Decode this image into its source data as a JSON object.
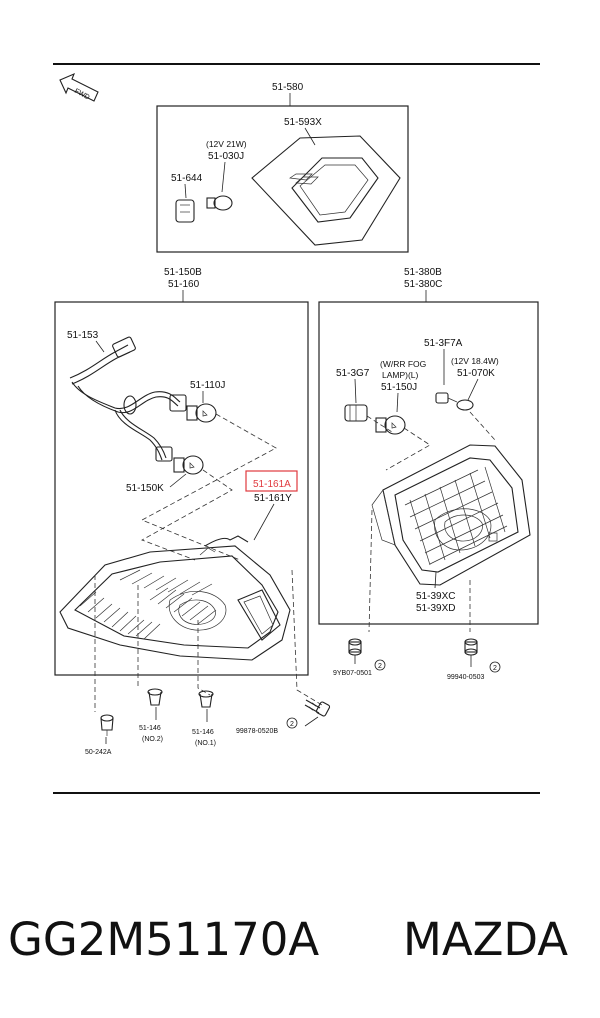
{
  "diagram": {
    "fwd_label": "FWD",
    "high_mount": {
      "group_label": "51-580",
      "housing_label": "51-593X",
      "bulb_spec": "(12V 21W)",
      "bulb_label": "51-030J",
      "socket_label": "51-644"
    },
    "left_lamp": {
      "label_a": "51-150B",
      "label_b": "51-160",
      "harness_label": "51-153",
      "bulb_upper": "51-110J",
      "bulb_lower": "51-150K",
      "lens_label_a": "51-161A",
      "lens_label_b": "51-161Y"
    },
    "right_lamp": {
      "label_a": "51-380B",
      "label_b": "51-380C",
      "small_bulb_label": "51-3F7A",
      "socket_label": "51-3G7",
      "fog_note_a": "(W/RR FOG",
      "fog_note_b": "LAMP)(L)",
      "fog_bulb_label": "51-150J",
      "small_bulb_spec": "(12V 18.4W)",
      "small_bulb_part": "51-070K",
      "lens_label_a": "51-39XC",
      "lens_label_b": "51-39XD"
    },
    "fasteners": {
      "nut_left": "9YB07-0501",
      "nut_left_qty": "2",
      "nut_right": "99940-0503",
      "nut_right_qty": "2",
      "bolt": "99878-0520B",
      "bolt_qty": "2",
      "clip": "50-242A",
      "grommet_2": "51-146",
      "grommet_2_note": "(NO.2)",
      "grommet_1": "51-146",
      "grommet_1_note": "(NO.1)"
    }
  },
  "footer": {
    "part_number": "GG2M51170A",
    "brand": "MAZDA"
  },
  "highlight_color": "#e0393e"
}
